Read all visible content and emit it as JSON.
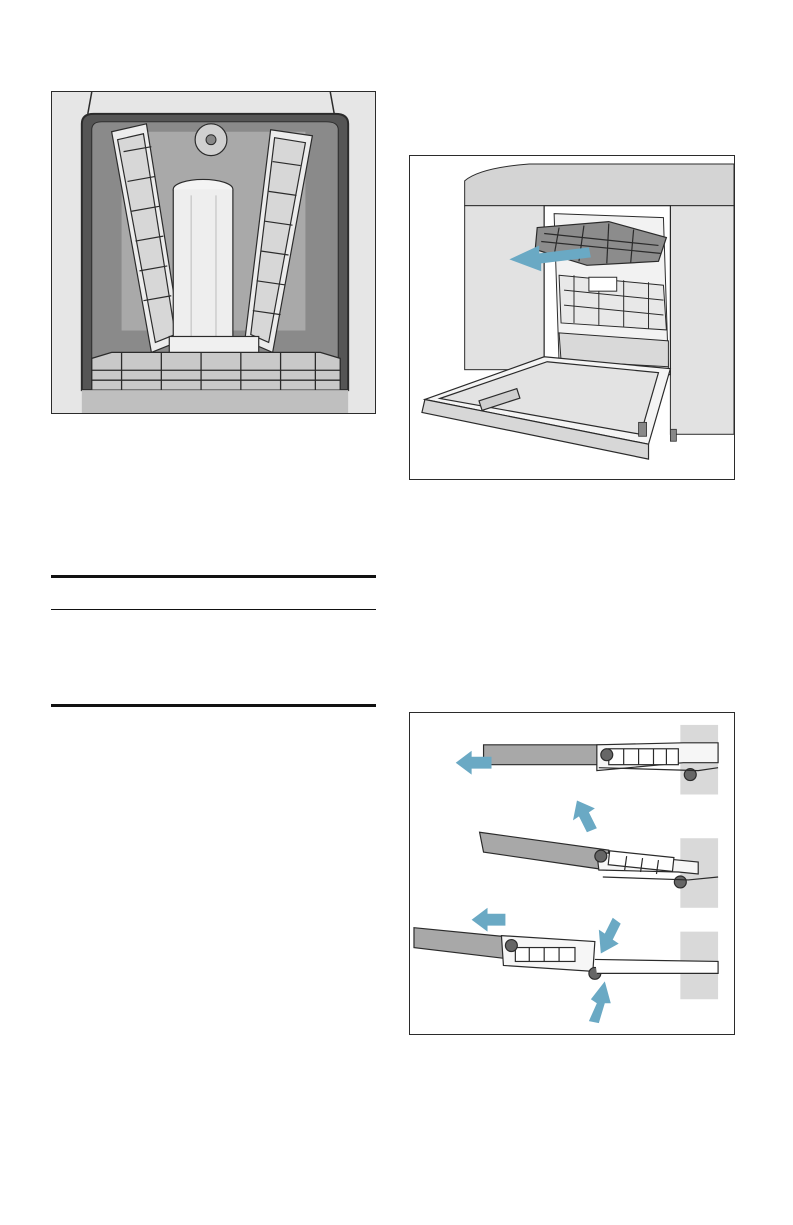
{
  "document": {
    "figures": [
      {
        "id": "fig-racks-tilted",
        "icon": "dishwasher-racks-tilted-illustration"
      },
      {
        "id": "fig-upper-rack-removal",
        "icon": "dishwasher-upper-rack-removal-illustration"
      },
      {
        "id": "fig-rail-stop-release",
        "icon": "rack-rail-stop-release-illustration"
      }
    ],
    "arrow_color": "#6aa9c4",
    "line_color": "#2b2b2b",
    "panel_gray": "#d9d9d9"
  }
}
